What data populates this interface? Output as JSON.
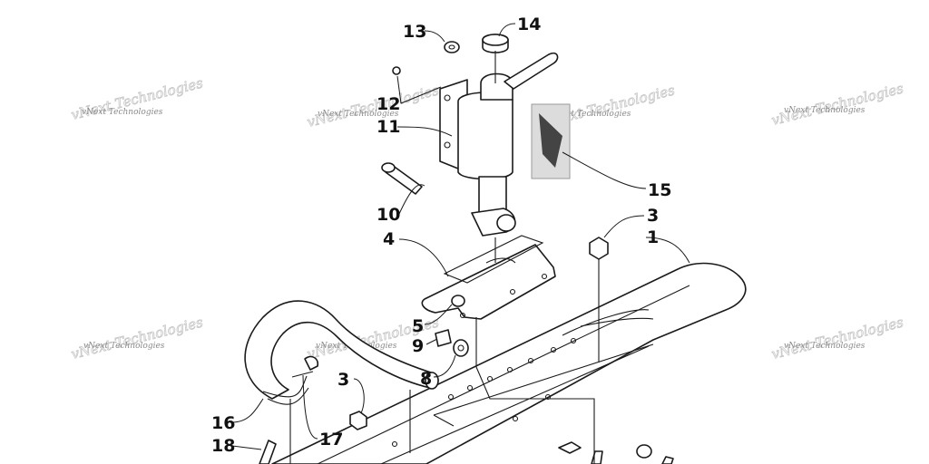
{
  "diagram": {
    "callouts": [
      "13",
      "14",
      "12",
      "11",
      "15",
      "10",
      "3",
      "1",
      "4",
      "5",
      "9",
      "8",
      "3",
      "16",
      "17",
      "18"
    ],
    "watermark_text": "vNext Technologies"
  }
}
